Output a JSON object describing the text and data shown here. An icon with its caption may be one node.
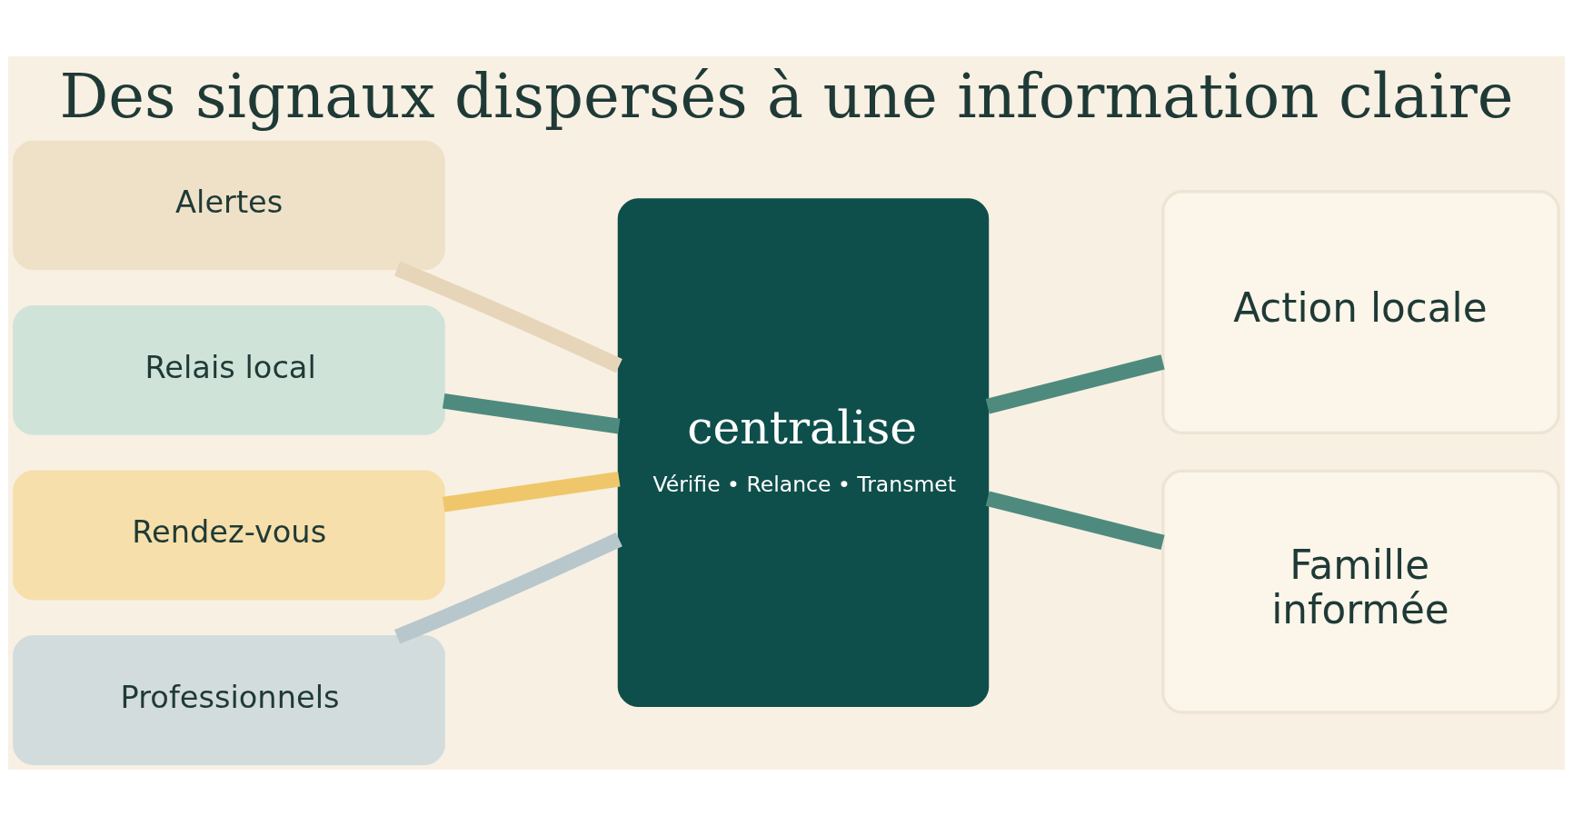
{
  "diagram": {
    "title": "Des signaux dispersés à une information claire",
    "nodes": [
      {
        "text": [
          "Alertes"
        ]
      },
      {
        "text": [
          "Relais local"
        ]
      },
      {
        "text": [
          "Rendez-vous"
        ]
      },
      {
        "text": [
          "Professionnels"
        ]
      },
      {
        "text": [
          "centralise",
          "Vérifie • Relance • Transmet"
        ]
      },
      {
        "text": [
          "Action locale"
        ]
      },
      {
        "text": [
          "Famille informée"
        ]
      }
    ],
    "edges": [
      {
        "from": 0,
        "to": 4,
        "arrow": "none",
        "color": "#e6d5b8"
      },
      {
        "from": 1,
        "to": 4,
        "arrow": "none"
      },
      {
        "from": 2,
        "to": 4,
        "arrow": "none",
        "color": "#efc76a"
      },
      {
        "from": 3,
        "to": 4,
        "arrow": "none",
        "color": "#b7c7cc"
      },
      {
        "from": 4,
        "to": 5,
        "arrow": "none"
      },
      {
        "from": 4,
        "to": 6,
        "arrow": "none"
      }
    ]
  }
}
